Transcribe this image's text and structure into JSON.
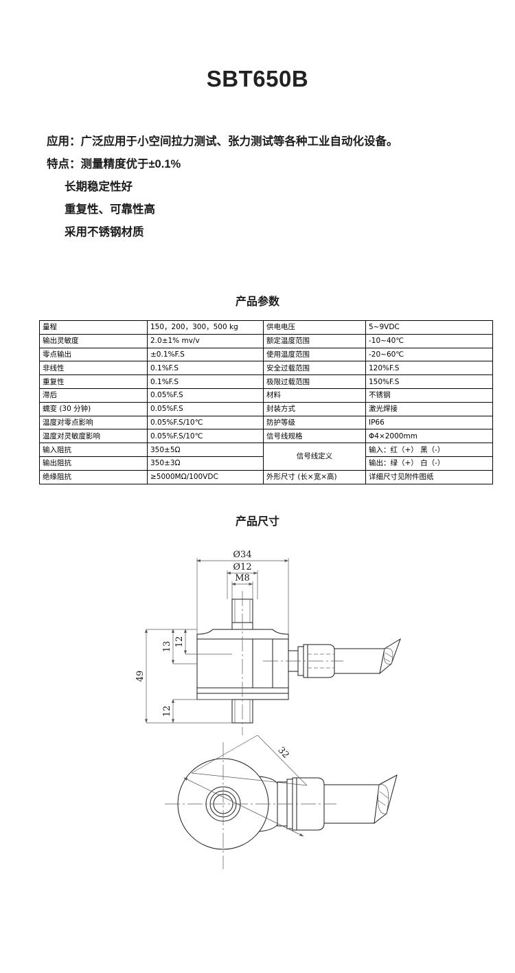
{
  "title": "SBT650B",
  "intro": [
    {
      "text": "应用：广泛应用于小空间拉力测试、张力测试等各种工业自动化设备。",
      "indent": false
    },
    {
      "text": "特点：测量精度优于±0.1%",
      "indent": false
    },
    {
      "text": "长期稳定性好",
      "indent": true
    },
    {
      "text": "重复性、可靠性高",
      "indent": true
    },
    {
      "text": "采用不锈钢材质",
      "indent": true
    }
  ],
  "headings": {
    "parameters": "产品参数",
    "dimensions": "产品尺寸"
  },
  "spec_table": {
    "rows": [
      {
        "c1": "量程",
        "c2": "150，200，300，500 kg",
        "c3": "供电电压",
        "c4": "5~9VDC"
      },
      {
        "c1": "输出灵敏度",
        "c2": "2.0±1% mv/v",
        "c3": "额定温度范围",
        "c4": "-10~40℃"
      },
      {
        "c1": "零点输出",
        "c2": "±0.1%F.S",
        "c3": "使用温度范围",
        "c4": "-20~60℃"
      },
      {
        "c1": "非线性",
        "c2": "0.1%F.S",
        "c3": "安全过载范围",
        "c4": "120%F.S"
      },
      {
        "c1": "重复性",
        "c2": "0.1%F.S",
        "c3": "极限过载范围",
        "c4": "150%F.S"
      },
      {
        "c1": "滞后",
        "c2": "0.05%F.S",
        "c3": "材料",
        "c4": "不锈钢"
      },
      {
        "c1": "蠕变 (30 分钟)",
        "c2": "0.05%F.S",
        "c3": "封装方式",
        "c4": "激光焊接"
      },
      {
        "c1": "温度对零点影响",
        "c2": "0.05%F.S/10℃",
        "c3": "防护等级",
        "c4": "IP66"
      },
      {
        "c1": "温度对灵敏度影响",
        "c2": "0.05%F.S/10℃",
        "c3": "信号线规格",
        "c4": "Φ4×2000mm"
      }
    ],
    "input_impedance": {
      "label": "输入阻抗",
      "value": "350±5Ω"
    },
    "output_impedance": {
      "label": "输出阻抗",
      "value": "350±3Ω"
    },
    "signal_def_label": "信号线定义",
    "signal_def_in": "输入：红（+）  黑（-）",
    "signal_def_out": "输出：绿（+）  白（-）",
    "insulation": {
      "label": "绝缘阻抗",
      "value": "≥5000MΩ/100VDC"
    },
    "outline": {
      "label": "外形尺寸 (长×宽×高)",
      "value": "详细尺寸见附件图纸"
    }
  },
  "drawing": {
    "labels": {
      "dia34": "Ø34",
      "dia12": "Ø12",
      "thread": "M8",
      "h13": "13",
      "h12top": "12",
      "h49": "49",
      "h12bottom": "12",
      "d32": "32"
    }
  }
}
